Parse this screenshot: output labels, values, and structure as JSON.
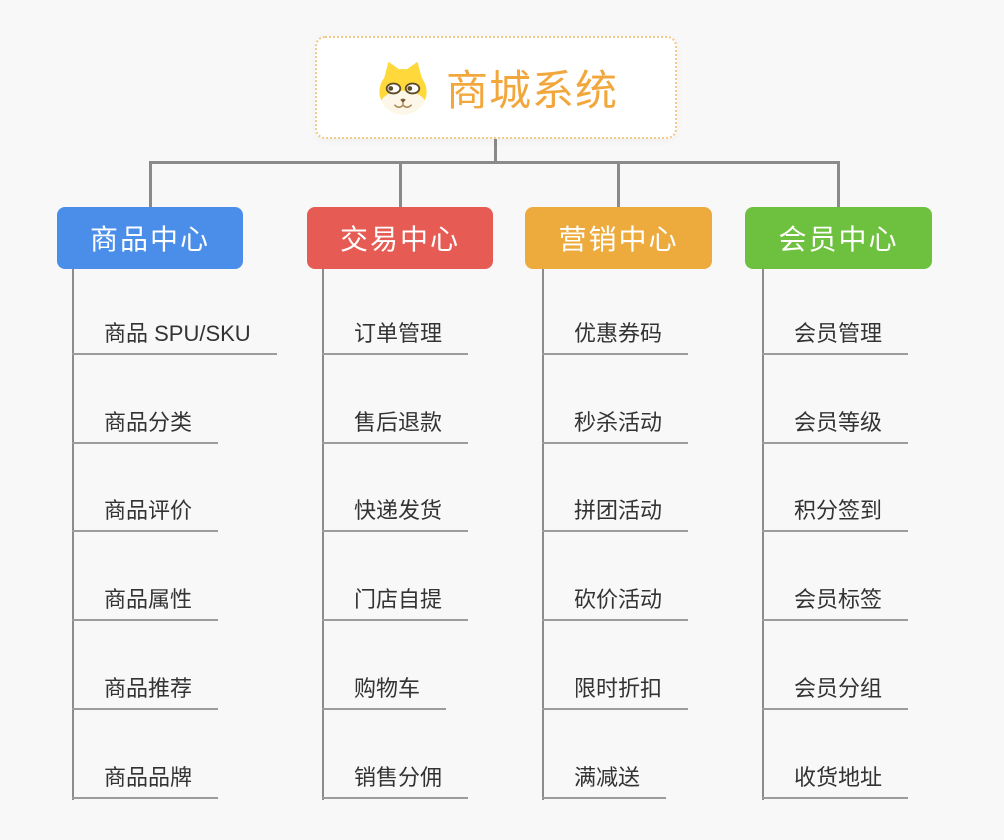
{
  "root": {
    "title": "商城系统",
    "icon": "dog-face-icon",
    "text_color": "#f2a73d",
    "border_color": "#f3c988"
  },
  "colors": {
    "background": "#f8f8f8",
    "connector": "#8a8a8a",
    "underline": "#9c9c9c",
    "leaf_text": "#333333"
  },
  "branches": [
    {
      "label": "商品中心",
      "color": "#4a8ee9",
      "items": [
        "商品 SPU/SKU",
        "商品分类",
        "商品评价",
        "商品属性",
        "商品推荐",
        "商品品牌"
      ]
    },
    {
      "label": "交易中心",
      "color": "#e65b54",
      "items": [
        "订单管理",
        "售后退款",
        "快递发货",
        "门店自提",
        "购物车",
        "销售分佣"
      ]
    },
    {
      "label": "营销中心",
      "color": "#edab3e",
      "items": [
        "优惠券码",
        "秒杀活动",
        "拼团活动",
        "砍价活动",
        "限时折扣",
        "满减送"
      ]
    },
    {
      "label": "会员中心",
      "color": "#6ec13e",
      "items": [
        "会员管理",
        "会员等级",
        "积分签到",
        "会员标签",
        "会员分组",
        "收货地址"
      ]
    }
  ]
}
